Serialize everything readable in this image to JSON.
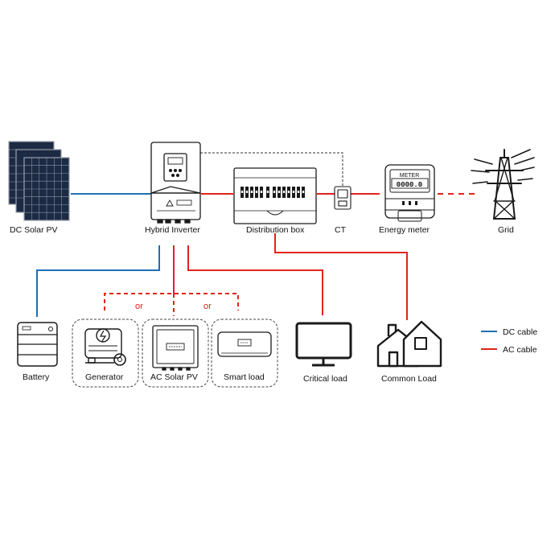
{
  "colors": {
    "dc_cable": "#1f6fb5",
    "ac_cable": "#e2231a",
    "outline": "#1a1a1a",
    "panel": "#1c2a44"
  },
  "labels": {
    "dc_solar_pv": "DC Solar PV",
    "hybrid_inverter": "Hybrid Inverter",
    "distribution_box": "Distribution box",
    "ct": "CT",
    "energy_meter": "Energy meter",
    "grid": "Grid",
    "battery": "Battery",
    "generator": "Generator",
    "ac_solar_pv": "AC Solar PV",
    "smart_load": "Smart load",
    "critical_load": "Critical load",
    "common_load": "Common Load",
    "or_1": "or",
    "or_2": "or",
    "meter_text": "METER",
    "meter_reading": "0000.0"
  },
  "legend": {
    "dc": "DC cable",
    "ac": "AC cable"
  }
}
